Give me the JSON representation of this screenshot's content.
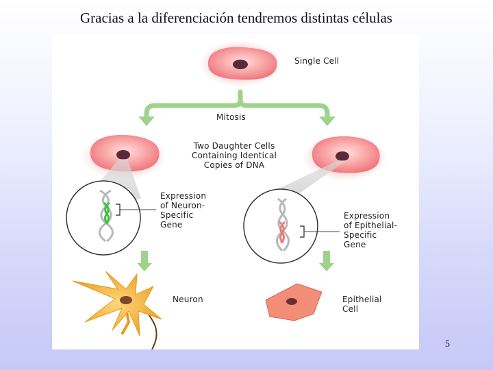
{
  "slide": {
    "title": "Gracias a la diferenciación tendremos distintas células",
    "page_number": "5"
  },
  "diagram": {
    "single_cell": "Single Cell",
    "mitosis": "Mitosis",
    "daughter_cells": [
      "Two Daughter Cells",
      "Containing Identical",
      "Copies of DNA"
    ],
    "neuron_gene": [
      "Expression",
      "of Neuron-",
      "Specific",
      "Gene"
    ],
    "epithelial_gene": [
      "Expression",
      "of Epithelial-",
      "Specific",
      "Gene"
    ],
    "neuron": "Neuron",
    "epithelial_cell": [
      "Epithelial",
      "Cell"
    ]
  },
  "colors": {
    "cell_fill": "#f4858a",
    "nucleus": "#5a2a3a",
    "arrow_green": "#9fd28a",
    "neuron_orange": "#f0a830",
    "epithelial_fill": "#f28d78",
    "neuron_gene_highlight": "#3ec23e",
    "epithelial_gene_highlight": "#f07a7a"
  }
}
